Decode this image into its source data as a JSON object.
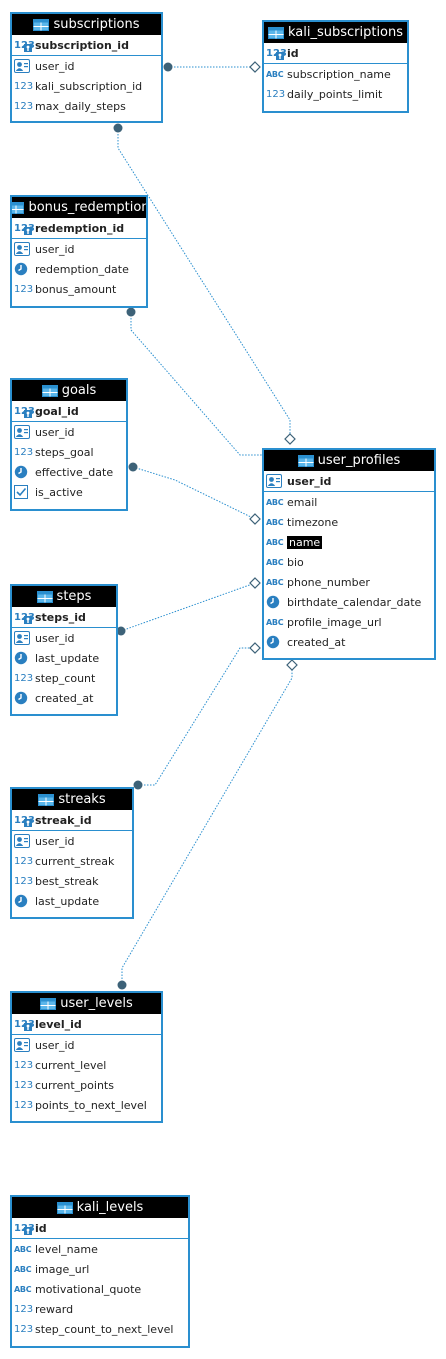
{
  "colors": {
    "accent": "#2a8fcf",
    "header_bg": "#000000",
    "link": "#2a8fcf",
    "icon": "#2a7fc0"
  },
  "tables": {
    "subscriptions": {
      "name": "subscriptions",
      "columns": [
        {
          "name": "subscription_id",
          "type": "num",
          "pk": true
        },
        {
          "name": "user_id",
          "type": "fk"
        },
        {
          "name": "kali_subscription_id",
          "type": "num"
        },
        {
          "name": "max_daily_steps",
          "type": "num"
        }
      ]
    },
    "kali_subscriptions": {
      "name": "kali_subscriptions",
      "columns": [
        {
          "name": "id",
          "type": "num",
          "pk": true
        },
        {
          "name": "subscription_name",
          "type": "abc"
        },
        {
          "name": "daily_points_limit",
          "type": "num"
        }
      ]
    },
    "bonus_redemption": {
      "name": "bonus_redemption",
      "columns": [
        {
          "name": "redemption_id",
          "type": "num",
          "pk": true
        },
        {
          "name": "user_id",
          "type": "fk"
        },
        {
          "name": "redemption_date",
          "type": "clock"
        },
        {
          "name": "bonus_amount",
          "type": "num"
        }
      ]
    },
    "goals": {
      "name": "goals",
      "columns": [
        {
          "name": "goal_id",
          "type": "num",
          "pk": true
        },
        {
          "name": "user_id",
          "type": "fk"
        },
        {
          "name": "steps_goal",
          "type": "num"
        },
        {
          "name": "effective_date",
          "type": "clock"
        },
        {
          "name": "is_active",
          "type": "check"
        }
      ]
    },
    "user_profiles": {
      "name": "user_profiles",
      "columns": [
        {
          "name": "user_id",
          "type": "fk",
          "pk": true
        },
        {
          "name": "email",
          "type": "abc"
        },
        {
          "name": "timezone",
          "type": "abc"
        },
        {
          "name": "name",
          "type": "abc"
        },
        {
          "name": "bio",
          "type": "abc"
        },
        {
          "name": "phone_number",
          "type": "abc"
        },
        {
          "name": "birthdate_calendar_date",
          "type": "clock"
        },
        {
          "name": "profile_image_url",
          "type": "abc"
        },
        {
          "name": "created_at",
          "type": "clock"
        }
      ]
    },
    "steps": {
      "name": "steps",
      "columns": [
        {
          "name": "steps_id",
          "type": "num",
          "pk": true
        },
        {
          "name": "user_id",
          "type": "fk"
        },
        {
          "name": "last_update",
          "type": "clock"
        },
        {
          "name": "step_count",
          "type": "num"
        },
        {
          "name": "created_at",
          "type": "clock"
        }
      ]
    },
    "streaks": {
      "name": "streaks",
      "columns": [
        {
          "name": "streak_id",
          "type": "num",
          "pk": true
        },
        {
          "name": "user_id",
          "type": "fk"
        },
        {
          "name": "current_streak",
          "type": "num"
        },
        {
          "name": "best_streak",
          "type": "num"
        },
        {
          "name": "last_update",
          "type": "clock"
        }
      ]
    },
    "user_levels": {
      "name": "user_levels",
      "columns": [
        {
          "name": "level_id",
          "type": "num",
          "pk": true
        },
        {
          "name": "user_id",
          "type": "fk"
        },
        {
          "name": "current_level",
          "type": "num"
        },
        {
          "name": "current_points",
          "type": "num"
        },
        {
          "name": "points_to_next_level",
          "type": "num"
        }
      ]
    },
    "kali_levels": {
      "name": "kali_levels",
      "columns": [
        {
          "name": "id",
          "type": "num",
          "pk": true
        },
        {
          "name": "level_name",
          "type": "abc"
        },
        {
          "name": "image_url",
          "type": "abc"
        },
        {
          "name": "motivational_quote",
          "type": "abc"
        },
        {
          "name": "reward",
          "type": "num"
        },
        {
          "name": "step_count_to_next_level",
          "type": "num"
        }
      ]
    }
  },
  "icons": {
    "num": "123",
    "abc": "ABC"
  }
}
